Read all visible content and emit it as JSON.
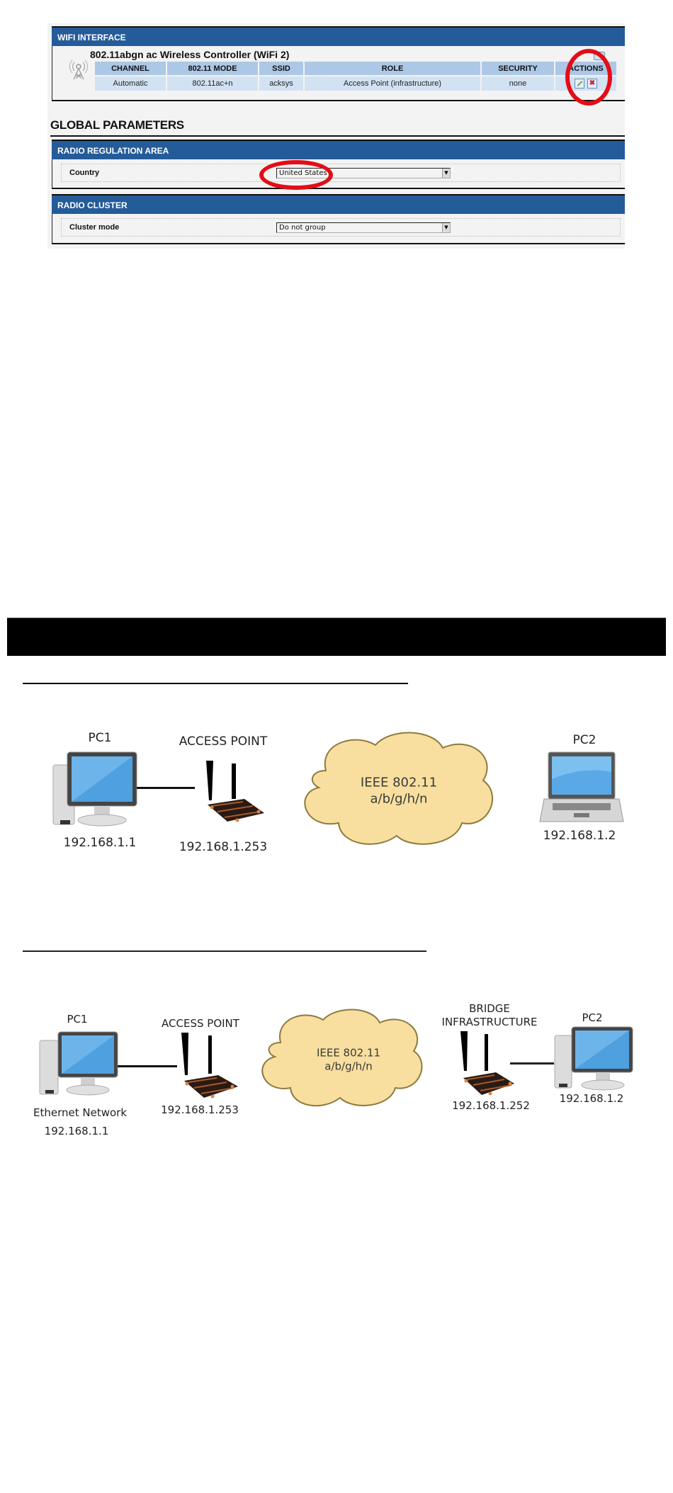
{
  "screenshot": {
    "wifi_interface": {
      "header": "WIFI INTERFACE",
      "title": "802.11abgn ac Wireless Controller (WiFi 2)",
      "columns": [
        "CHANNEL",
        "802.11 MODE",
        "SSID",
        "ROLE",
        "SECURITY",
        "ACTIONS"
      ],
      "rows": [
        {
          "channel": "Automatic",
          "mode": "802.11ac+n",
          "ssid": "acksys",
          "role": "Access Point (infrastructure)",
          "security": "none",
          "actions": [
            "edit-icon",
            "delete-icon"
          ]
        }
      ]
    },
    "global_parameters": {
      "title": "GLOBAL PARAMETERS",
      "radio_regulation": {
        "header": "RADIO REGULATION AREA",
        "label": "Country",
        "value": "United States"
      },
      "radio_cluster": {
        "header": "RADIO CLUSTER",
        "label": "Cluster mode",
        "value": "Do not group"
      }
    },
    "annotation_color": "#e30d16",
    "header_color": "#245b99"
  },
  "diagram1": {
    "pc1": {
      "name": "PC1",
      "ip": "192.168.1.1"
    },
    "access_point": {
      "name": "ACCESS POINT",
      "ip": "192.168.1.253"
    },
    "cloud": {
      "line1": "IEEE 802.11",
      "line2": "a/b/g/h/n"
    },
    "pc2": {
      "name": "PC2",
      "ip": "192.168.1.2"
    }
  },
  "diagram2": {
    "pc1": {
      "name": "PC1",
      "caption": "Ethernet Network",
      "ip": "192.168.1.1"
    },
    "access_point": {
      "name": "ACCESS POINT",
      "ip": "192.168.1.253"
    },
    "cloud": {
      "line1": "IEEE 802.11",
      "line2": "a/b/g/h/n"
    },
    "bridge": {
      "line1": "BRIDGE",
      "line2": "INFRASTRUCTURE",
      "ip": "192.168.1.252"
    },
    "pc2": {
      "name": "PC2",
      "ip": "192.168.1.2"
    }
  }
}
